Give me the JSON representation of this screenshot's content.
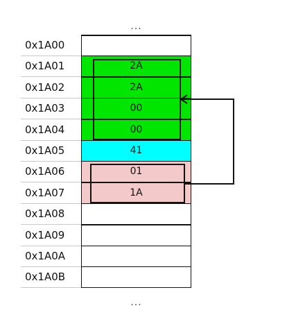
{
  "ellipsis_top": "...",
  "ellipsis_bottom": "...",
  "colors": {
    "pointer_block": "#00e600",
    "single_byte": "#00ffff",
    "address_block": "#f4c9c9",
    "empty": "#ffffff",
    "outline": "#111111"
  },
  "rows": [
    {
      "address": "0x1A00",
      "value": "",
      "color": "#ffffff"
    },
    {
      "address": "0x1A01",
      "value": "2A",
      "color": "#00e600"
    },
    {
      "address": "0x1A02",
      "value": "2A",
      "color": "#00e600"
    },
    {
      "address": "0x1A03",
      "value": "00",
      "color": "#00e600"
    },
    {
      "address": "0x1A04",
      "value": "00",
      "color": "#00e600"
    },
    {
      "address": "0x1A05",
      "value": "41",
      "color": "#00ffff"
    },
    {
      "address": "0x1A06",
      "value": "01",
      "color": "#f4c9c9"
    },
    {
      "address": "0x1A07",
      "value": "1A",
      "color": "#f4c9c9"
    },
    {
      "address": "0x1A08",
      "value": "",
      "color": "#ffffff"
    },
    {
      "address": "0x1A09",
      "value": "",
      "color": "#ffffff"
    },
    {
      "address": "0x1A0A",
      "value": "",
      "color": "#ffffff"
    },
    {
      "address": "0x1A0B",
      "value": "",
      "color": "#ffffff"
    }
  ]
}
